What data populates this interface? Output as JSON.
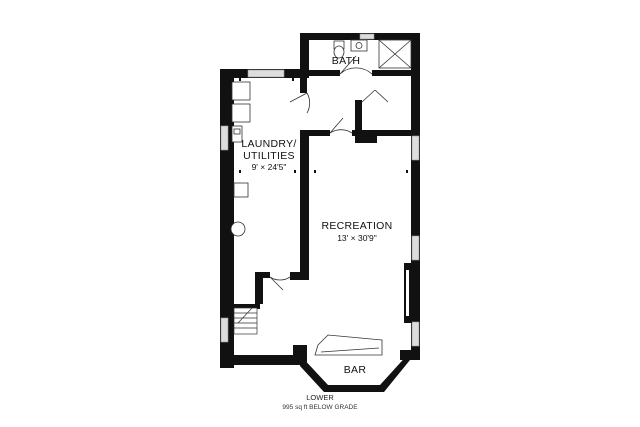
{
  "rooms": {
    "laundry": {
      "name_line1": "LAUNDRY/",
      "name_line2": "UTILITIES",
      "dims": "9' × 24'5\""
    },
    "bath": {
      "name": "BATH"
    },
    "recreation": {
      "name": "RECREATION",
      "dims": "13' × 30'9\""
    },
    "bar": {
      "name": "BAR"
    }
  },
  "footer": {
    "level": "LOWER",
    "area": "995 sq ft BELOW GRADE"
  },
  "colors": {
    "wall": "#111111",
    "fixture": "#333333",
    "window": "#cccccc",
    "background": "#ffffff"
  }
}
